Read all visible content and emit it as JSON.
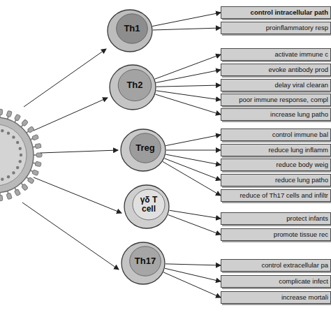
{
  "diagram": {
    "nodes": [
      {
        "text": [
          "Th1"
        ]
      },
      {
        "text": [
          "control intracellular path"
        ]
      },
      {
        "text": [
          "proinflammatory resp"
        ]
      },
      {
        "text": [
          "Th2"
        ]
      },
      {
        "text": [
          "activate immune c"
        ]
      },
      {
        "text": [
          "evoke antibody prod"
        ]
      },
      {
        "text": [
          "delay viral clearan"
        ]
      },
      {
        "text": [
          "poor immune response, compl"
        ]
      },
      {
        "text": [
          "increase lung patho"
        ]
      },
      {
        "text": [
          "Treg"
        ]
      },
      {
        "text": [
          "control immune bal"
        ]
      },
      {
        "text": [
          "reduce lung inflamm"
        ]
      },
      {
        "text": [
          "reduce body weig"
        ]
      },
      {
        "text": [
          "reduce lung patho"
        ]
      },
      {
        "text": [
          "reduce of Th17 cells and infiltr"
        ]
      },
      {
        "text": [
          "γδ T cell"
        ]
      },
      {
        "text": [
          "protect infants"
        ]
      },
      {
        "text": [
          "promote tissue rec"
        ]
      },
      {
        "text": [
          "Th17"
        ]
      },
      {
        "text": [
          "control extracellular pa"
        ]
      },
      {
        "text": [
          "complicate infect"
        ]
      },
      {
        "text": [
          "increase mortali"
        ]
      }
    ],
    "edges": [
      {
        "from": 0,
        "to": 1,
        "arrow": "to"
      },
      {
        "from": 0,
        "to": 2,
        "arrow": "to"
      },
      {
        "from": 3,
        "to": 4,
        "arrow": "to"
      },
      {
        "from": 3,
        "to": 5,
        "arrow": "to"
      },
      {
        "from": 3,
        "to": 6,
        "arrow": "to"
      },
      {
        "from": 3,
        "to": 7,
        "arrow": "to"
      },
      {
        "from": 3,
        "to": 8,
        "arrow": "to"
      },
      {
        "from": 9,
        "to": 10,
        "arrow": "to"
      },
      {
        "from": 9,
        "to": 11,
        "arrow": "to"
      },
      {
        "from": 9,
        "to": 12,
        "arrow": "to"
      },
      {
        "from": 9,
        "to": 13,
        "arrow": "to"
      },
      {
        "from": 9,
        "to": 14,
        "arrow": "to"
      },
      {
        "from": 15,
        "to": 16,
        "arrow": "to"
      },
      {
        "from": 15,
        "to": 17,
        "arrow": "to"
      },
      {
        "from": 18,
        "to": 19,
        "arrow": "to"
      },
      {
        "from": 18,
        "to": 20,
        "arrow": "to"
      },
      {
        "from": 18,
        "to": 21,
        "arrow": "to"
      }
    ]
  }
}
